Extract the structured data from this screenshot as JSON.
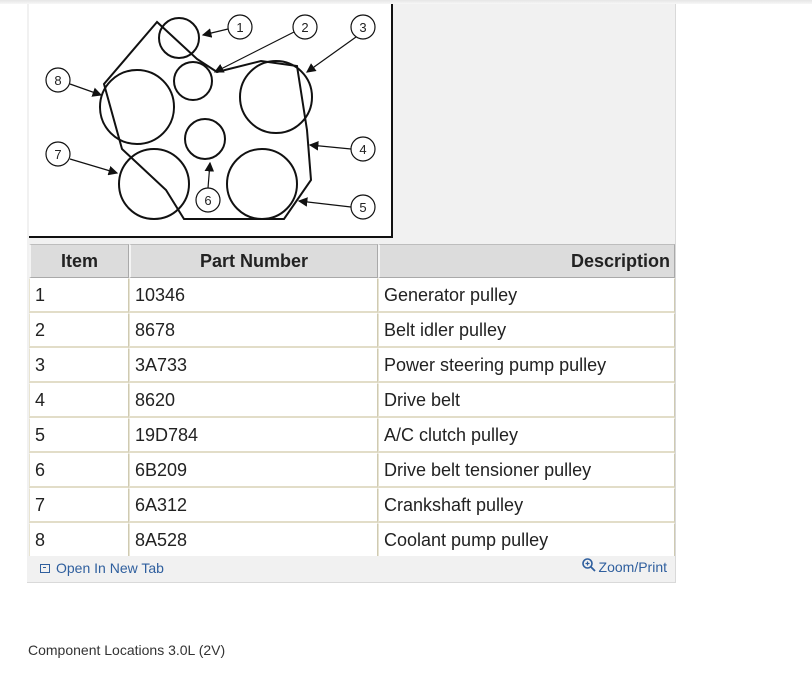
{
  "diagram": {
    "callouts": [
      "1",
      "2",
      "3",
      "4",
      "5",
      "6",
      "7",
      "8"
    ]
  },
  "table": {
    "headers": [
      "Item",
      "Part Number",
      "Description"
    ],
    "rows": [
      {
        "item": "1",
        "part": "10346",
        "desc": "Generator pulley"
      },
      {
        "item": "2",
        "part": "8678",
        "desc": "Belt idler pulley"
      },
      {
        "item": "3",
        "part": "3A733",
        "desc": "Power steering pump pulley"
      },
      {
        "item": "4",
        "part": "8620",
        "desc": "Drive belt"
      },
      {
        "item": "5",
        "part": "19D784",
        "desc": "A/C clutch pulley"
      },
      {
        "item": "6",
        "part": "6B209",
        "desc": "Drive belt tensioner pulley"
      },
      {
        "item": "7",
        "part": "6A312",
        "desc": "Crankshaft pulley"
      },
      {
        "item": "8",
        "part": "8A528",
        "desc": "Coolant pump pulley"
      }
    ]
  },
  "footer": {
    "open_new_tab": "Open In New Tab",
    "zoom_print": "Zoom/Print"
  },
  "caption": "Component Locations 3.0L (2V)",
  "colors": {
    "link": "#2f5f9e",
    "header_bg": "#dcdcdc",
    "panel_bg": "#f1f1f1"
  }
}
